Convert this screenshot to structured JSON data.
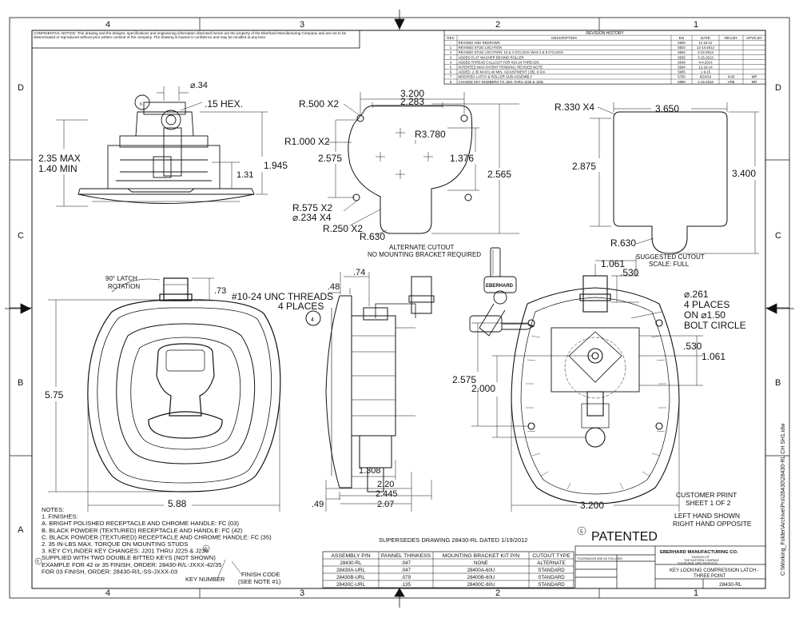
{
  "confidential_notice": "CONFIDENTIAL NOTICE: This drawing and the designs, specifications and engineering information disclosed herein are the property of the Eberhard Manufacturing Company and are not to be disseminated or reproduced without prior written consent of the company. The drawing is loaned in confidence and may be recalled at any time.",
  "zones": {
    "top": [
      "4",
      "3",
      "2",
      "1"
    ],
    "side": [
      "D",
      "C",
      "B",
      "A"
    ]
  },
  "revision_history": {
    "title": "REVISION HISTORY",
    "headers": [
      "REV",
      "DESCRIPTION",
      "EN",
      "DATE",
      "REV.BY",
      "APVD.BY"
    ],
    "rows": [
      [
        "-",
        "REVISED AND REDRAWN",
        "5500",
        "11-16-12",
        "",
        ""
      ],
      [
        "1",
        "REVISED STUD LOCATION",
        "5503",
        "12-14-2012",
        "",
        ""
      ],
      [
        "2",
        "REVISED STUD LOCATION: 10 & 4 O'CLOCK WAS 2 & 8 O'CLOCK",
        "5592",
        "2-22-2013",
        "",
        ""
      ],
      [
        "3",
        "ADDED FLAT WASHER BEHIND ROLLER",
        "5595",
        "3-15-2013",
        "",
        ""
      ],
      [
        "4",
        "ADDED THREAD CALLOUT FOR #10-24 THREADS",
        "5648",
        "4-4-2014",
        "",
        ""
      ],
      [
        "5",
        "PATENTED WAS PATENT PENDING; REVISED NOTE",
        "5684",
        "12-19-14",
        "",
        ""
      ],
      [
        "6",
        "ADDED .2.35 MAX/1.40 MIN. ADJUSTMENT (.95), 6 DIA",
        "5685",
        "1-9-15",
        "",
        ""
      ],
      [
        "7",
        "MODIFIED LATCH & ROLLER SUB-ASSEMBLY",
        "5750",
        "6/24/16",
        "KAB",
        "MR"
      ],
      [
        "8",
        "CHANGE KEY NUMBERS TO J201 THRU J225 & J236",
        "5890",
        "2-15-2019",
        "VRB",
        "MR"
      ]
    ]
  },
  "dims": {
    "side_dia": "⌀.34",
    "side_hex": ".15 HEX.",
    "side_max": "2.35 MAX",
    "side_min": "1.40 MIN",
    "side_131": "1.31",
    "side_1945": "1.945",
    "alt_3200": "3.200",
    "alt_2283": "2.283",
    "alt_r500": "R.500 X2",
    "alt_r1000": "R1.000 X2",
    "alt_r3780": "R3.780",
    "alt_2575": "2.575",
    "alt_1376": "1.376",
    "alt_2565": "2.565",
    "alt_r575": "R.575 X2",
    "alt_hole": "⌀.234 X4",
    "alt_r250": "R.250 X2",
    "alt_r630": "R.630",
    "sug_r330": "R.330 X4",
    "sug_3650": "3.650",
    "sug_2875": "2.875",
    "sug_3400": "3.400",
    "sug_r630": "R.630",
    "front_rot1": "90° LATCH",
    "front_rot2": "ROTATION",
    "front_73": ".73",
    "front_575": "5.75",
    "front_588": "5.88",
    "threads1": "#10-24 UNC THREADS",
    "threads2": "4 PLACES",
    "sec_74": ".74",
    "sec_48": ".48",
    "sec_1308": "1.308",
    "sec_220": "2.20",
    "sec_2445": "2.445",
    "sec_207": "2.07",
    "sec_49": ".49",
    "back_1061a": "1.061",
    "back_530a": ".530",
    "back_dia261": "⌀.261",
    "back_4pl": "4 PLACES",
    "back_on150": "ON ⌀1.50",
    "back_bolt": "BOLT CIRCLE",
    "back_530b": ".530",
    "back_1061b": "1.061",
    "back_2575": "2.575",
    "back_2000": "2.000",
    "back_3200": "3.200"
  },
  "captions": {
    "alt_cut1": "ALTERNATE CUTOUT",
    "alt_cut2": "NO MOUNTING BRACKET REQUIRED",
    "sug_cut1": "SUGGESTED CUTOUT",
    "sug_cut2": "SCALE: FULL",
    "customer1": "CUSTOMER PRINT",
    "customer2": "SHEET 1 OF 2",
    "hand1": "LEFT HAND SHOWN",
    "hand2": "RIGHT HAND OPPOSITE",
    "supersedes": "SUPERSEDES DRAWING 28430-RL DATED 1/19/2012",
    "patented": "PATENTED",
    "key_number": "KEY NUMBER",
    "finish1": "FINISH CODE",
    "finish2": "(SEE NOTE #1)",
    "side_file": "C:\\Working_Folder\\Archive\\Pro\\28430\\28430-RL CH SH1.idw"
  },
  "markers": {
    "m6": "6",
    "m4": "4",
    "m5": "5"
  },
  "notes": [
    "NOTES:",
    "1. FINISHES:",
    "   A. BRIGHT POLISHED RECEPTACLE AND CHROME HANDLE: FC (03)",
    "   B. BLACK POWDER (TEXTURED) RECEPTACLE AND HANDLE: FC (42)",
    "   C. BLACK POWDER (TEXTURED) RECEPTACLE AND CHROME HANDLE: FC (35)",
    "2. 35 IN-LBS MAX. TORQUE ON MOUNTING STUDS",
    "3. KEY CYLINDER KEY CHANGES:  J201 THRU J225 & J236",
    "   SUPPLIED WITH TWO DOUBLE BITTED KEYS (NOT SHOWN)",
    "   EXAMPLE FOR 42 or 35 FINISH, ORDER: 28430-R/L-JXXX-42/35",
    "   FOR 03 FINISH, ORDER: 28430-R/L-SS-JXXX-03"
  ],
  "assembly_table": {
    "headers": [
      "ASSEMBLY P/N",
      "PANNEL THINKESS",
      "MOUNTING BRACKET KIT P/N",
      "CUTOUT TYPE"
    ],
    "rows": [
      [
        "28430-RL",
        ".047",
        "NONE",
        "ALTERNATE"
      ],
      [
        "28430A-URL",
        ".047",
        "28400A-60U",
        "STANDARD"
      ],
      [
        "28430B-URL",
        ".079",
        "28400B-60U",
        "STANDARD"
      ],
      [
        "28430C-URL",
        ".135",
        "28400C-60U",
        "STANDARD"
      ]
    ]
  },
  "title_block": {
    "company": "EBERHARD MANUFACTURING CO.",
    "division1": "DIVISION OF",
    "division2": "THE EASTERN COMPANY",
    "address": "CLEVELAND, OHIO 44149-0712",
    "title1": "KEY LOCKING COMPRESSION LATCH -",
    "title2": "THREE POINT",
    "part_number": "28430-RL",
    "tolerance_header": "TOLERANCES ARE AS FOLLOWS:"
  },
  "key_tag": "EBERHARD"
}
